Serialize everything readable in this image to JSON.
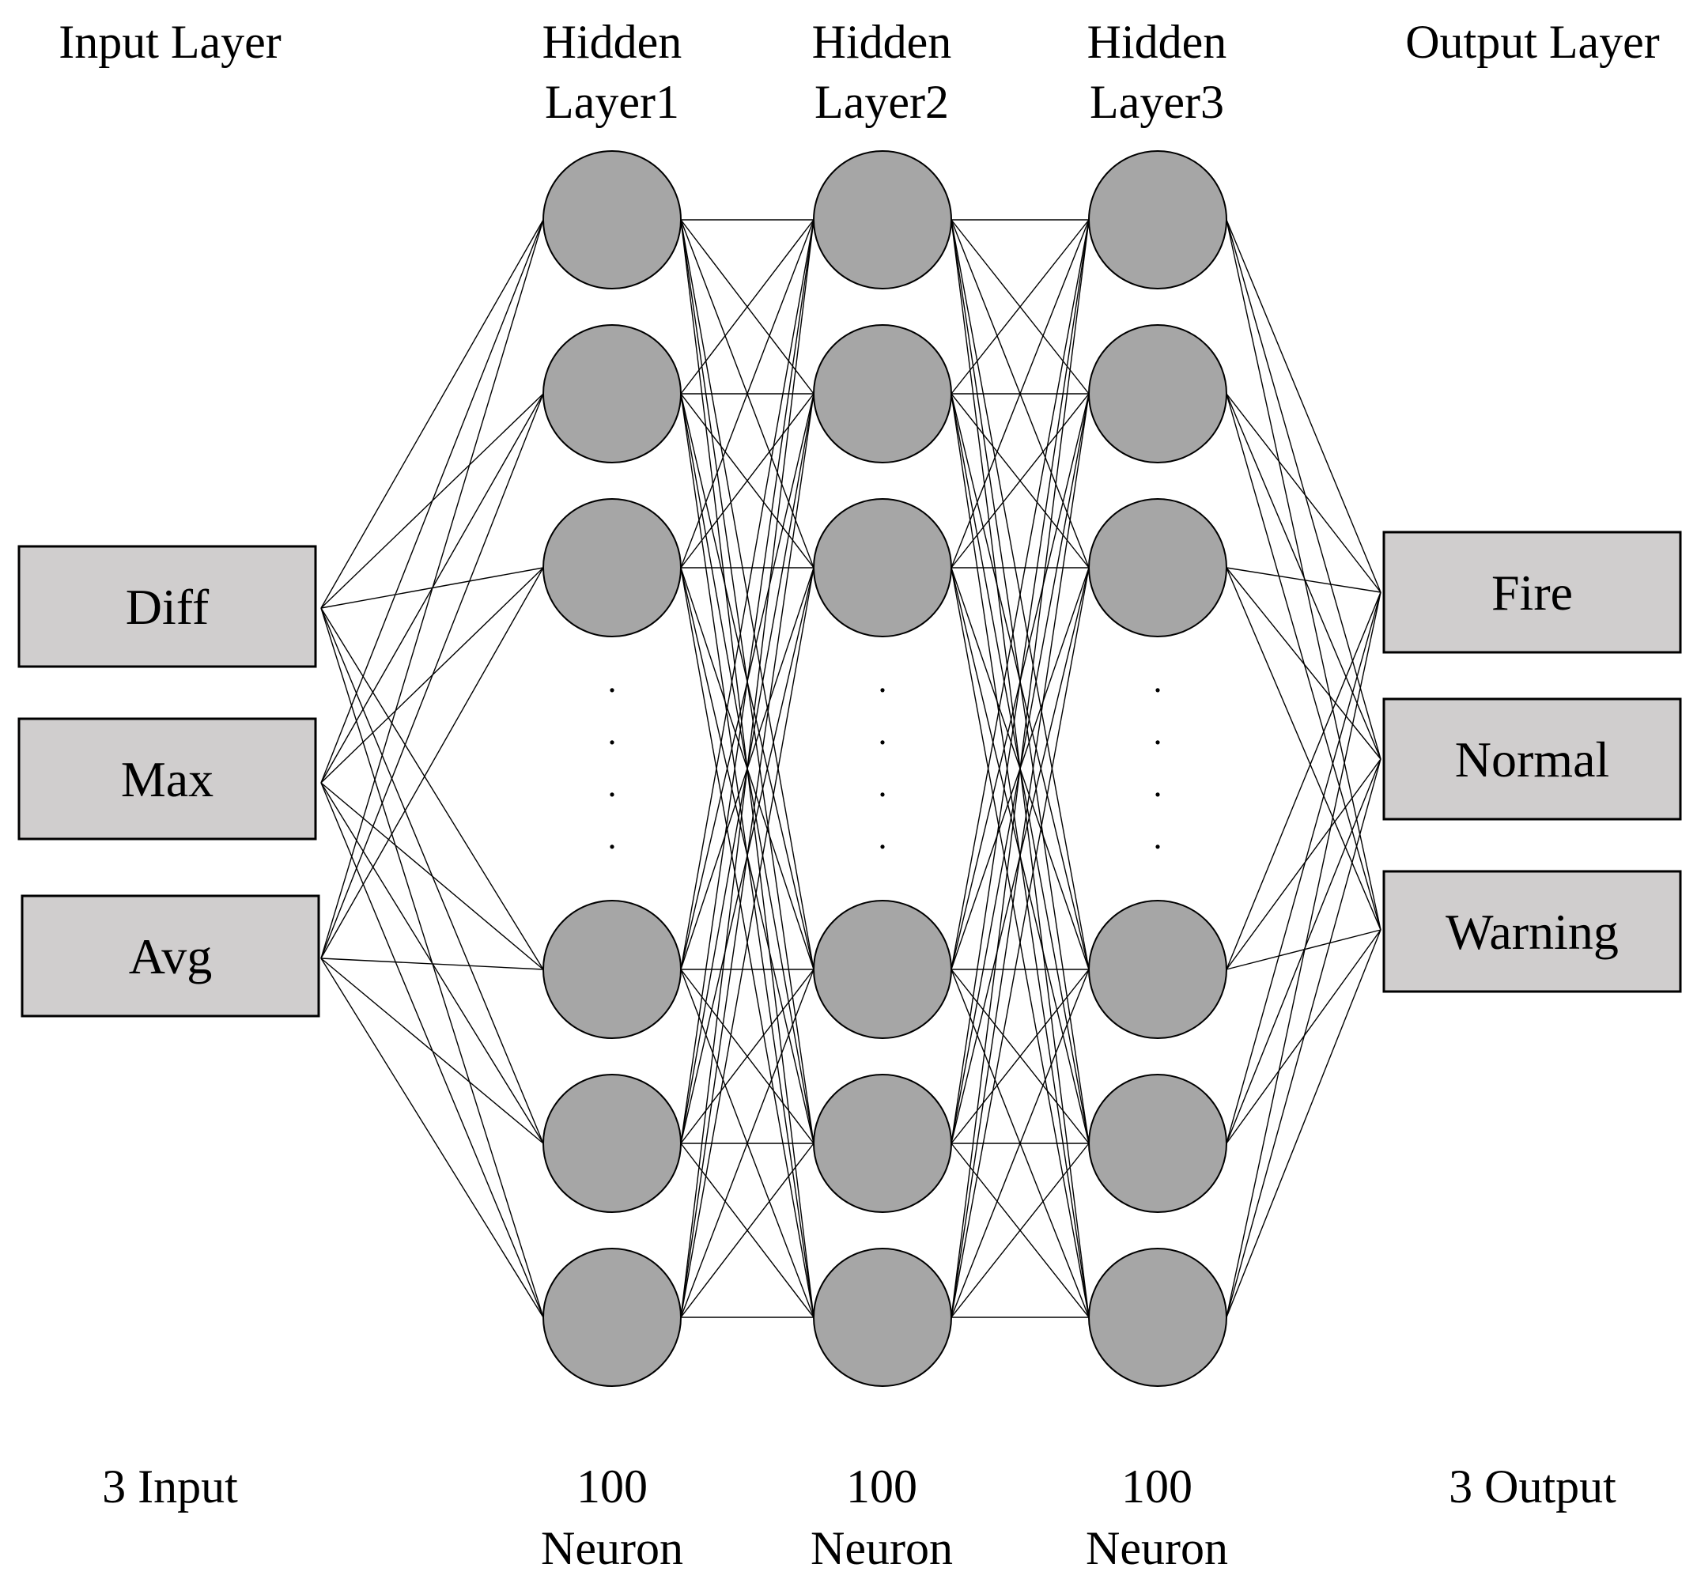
{
  "colors": {
    "neuron_fill": "#a6a6a6",
    "box_fill": "#d0cece",
    "line": "#000000",
    "background": "#ffffff"
  },
  "layers": [
    {
      "key": "input",
      "kind": "boxes",
      "header": [
        "Input Layer"
      ],
      "footer": [
        "3 Input"
      ],
      "nodes": [
        "Diff",
        "Max",
        "Avg"
      ]
    },
    {
      "key": "hidden1",
      "kind": "neurons",
      "header": [
        "Hidden",
        "Layer1"
      ],
      "footer": [
        "100",
        "Neuron"
      ],
      "visible_neurons": 6,
      "ellipsis": [
        ".",
        ".",
        ".",
        "."
      ]
    },
    {
      "key": "hidden2",
      "kind": "neurons",
      "header": [
        "Hidden",
        "Layer2"
      ],
      "footer": [
        "100",
        "Neuron"
      ],
      "visible_neurons": 6,
      "ellipsis": [
        ".",
        ".",
        ".",
        "."
      ]
    },
    {
      "key": "hidden3",
      "kind": "neurons",
      "header": [
        "Hidden",
        "Layer3"
      ],
      "footer": [
        "100",
        "Neuron"
      ],
      "visible_neurons": 6,
      "ellipsis": [
        ".",
        ".",
        ".",
        "."
      ]
    },
    {
      "key": "output",
      "kind": "boxes",
      "header": [
        "Output Layer"
      ],
      "footer": [
        "3 Output"
      ],
      "nodes": [
        "Fire",
        "Normal",
        "Warning"
      ]
    }
  ]
}
